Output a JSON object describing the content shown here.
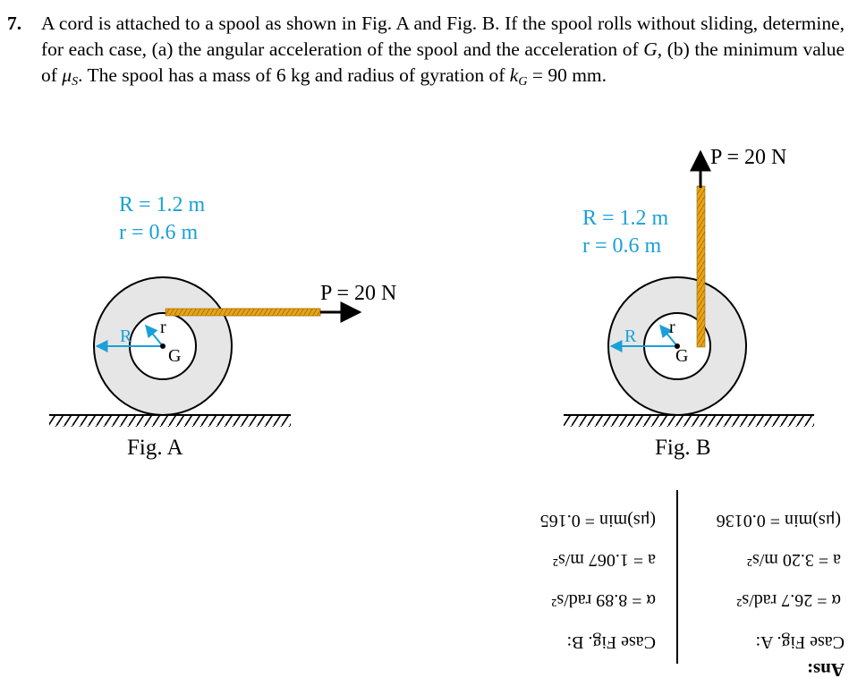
{
  "problem": {
    "number": "7.",
    "text_1": "A cord is attached to a spool as shown in Fig. A and Fig. B. If the spool rolls without sliding, determine, for each case, (a) the angular acceleration of the spool and the acceleration of ",
    "G": "G",
    "text_2": ", (b) the minimum value of ",
    "mu": "μ",
    "sub_s": "S",
    "text_3": ". The spool has a mass of 6 kg and radius of gyration of ",
    "k": "k",
    "sub_G": "G",
    "text_4": " = 90 mm."
  },
  "fig_a": {
    "R_label": "R = 1.2 m",
    "r_label": "r = 0.6 m",
    "force_label": "P = 20 N",
    "R_marker": "R",
    "r_marker": "r",
    "G_marker": "G",
    "caption": "Fig. A"
  },
  "fig_b": {
    "R_label": "R = 1.2 m",
    "r_label": "r = 0.6 m",
    "force_label": "P = 20 N",
    "R_marker": "R",
    "r_marker": "r",
    "G_marker": "G",
    "caption": "Fig. B"
  },
  "answers": {
    "heading": "Ans:",
    "case_a": {
      "title": "Case Fig. A:",
      "alpha": "α = 26.7 rad/s²",
      "a": "a = 3.20 m/s²",
      "mu": "(μs)min = 0.0136"
    },
    "case_b": {
      "title": "Case Fig. B:",
      "alpha": "α = 8.89 rad/s²",
      "a": "a = 1.067 m/s²",
      "mu": "(μs)min = 0.165"
    }
  },
  "colors": {
    "label_blue": "#1aa0d8",
    "spool_fill": "#e6e6e6",
    "cord": "#e8a317"
  }
}
